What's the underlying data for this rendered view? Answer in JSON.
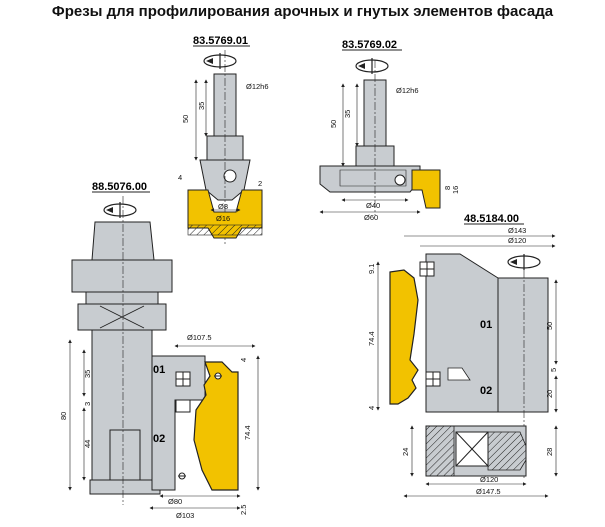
{
  "title": "Фрезы для профилирования арочных и гнутых элементов фасада",
  "colors": {
    "yellow": "#f2c200",
    "grey": "#c8ccd0",
    "line": "#222222"
  },
  "tools": [
    {
      "part_no": "83.5769.01",
      "dims": {
        "shank": "Ø12h6",
        "len50": "50",
        "len35": "35",
        "d4": "4",
        "d2": "2",
        "d8": "Ø8",
        "d16": "Ø16"
      }
    },
    {
      "part_no": "83.5769.02",
      "dims": {
        "shank": "Ø12h6",
        "len50": "50",
        "len35": "35",
        "d40": "Ø40",
        "d60": "Ø60",
        "d8": "8",
        "d16": "16"
      }
    },
    {
      "part_no": "88.5076.00",
      "dims": {
        "d107": "Ø107.5",
        "d80": "Ø80",
        "d103": "Ø103",
        "h4": "4",
        "h744": "74.4",
        "h25": "2.5",
        "l35": "35",
        "l3": "3",
        "l44": "44",
        "l80": "80",
        "l01": "01",
        "l02": "02"
      }
    },
    {
      "part_no": "48.5184.00",
      "dims": {
        "d143": "Ø143",
        "d120a": "Ø120",
        "d120b": "Ø120",
        "d1475": "Ø147.5",
        "h91": "9.1",
        "h744": "74.4",
        "h4": "4",
        "h50": "50",
        "h5": "5",
        "h20": "20",
        "h28": "28",
        "h24": "24",
        "l01": "01",
        "l02": "02"
      }
    }
  ]
}
